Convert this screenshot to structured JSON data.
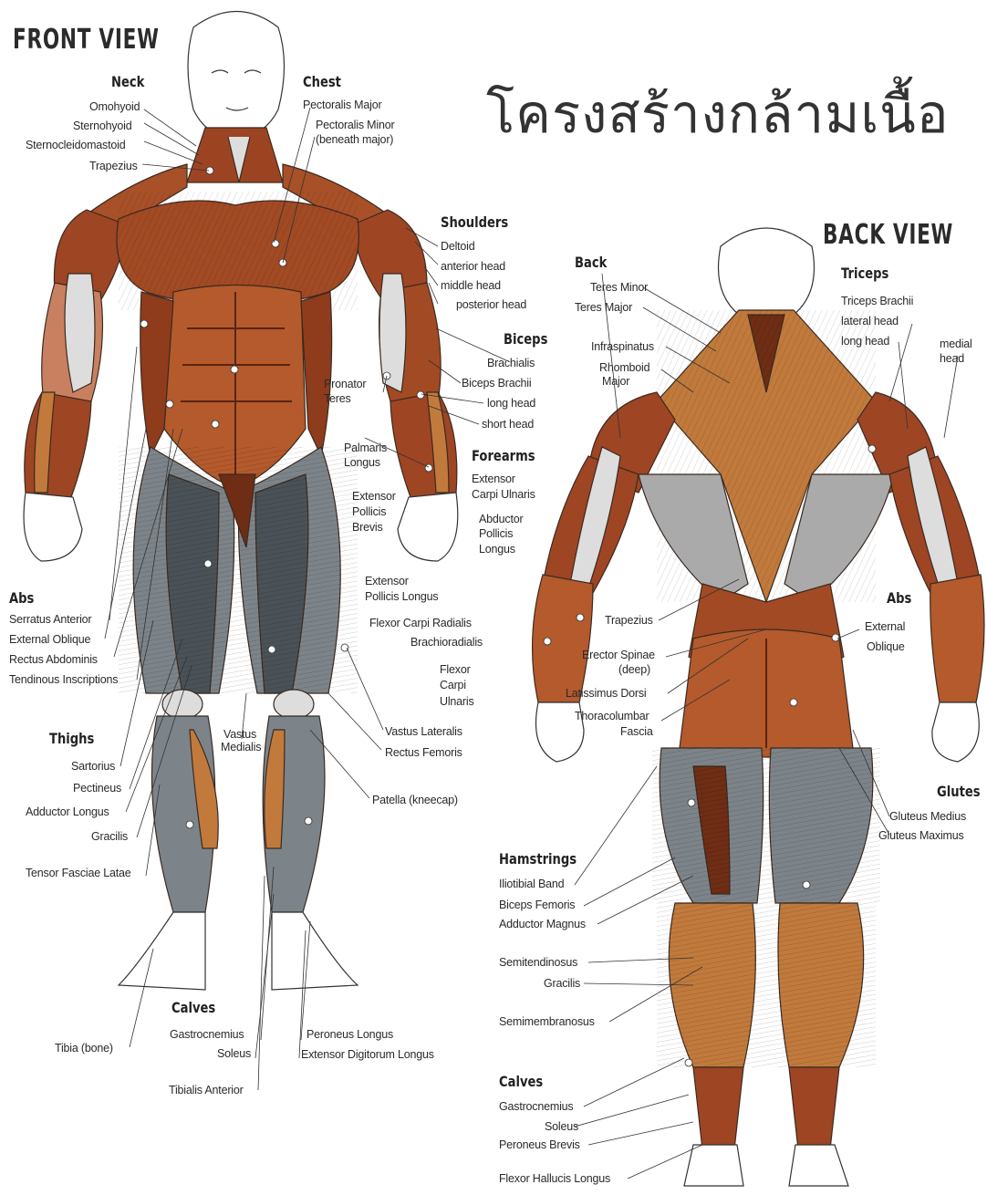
{
  "titles": {
    "front": "FRONT VIEW",
    "back": "BACK VIEW",
    "thai": "โครงสร้างกล้ามเนื้อ"
  },
  "front": {
    "neck": {
      "group": "Neck",
      "items": [
        "Omohyoid",
        "Sternohyoid",
        "Sternocleidomastoid",
        "Trapezius"
      ]
    },
    "chest": {
      "group": "Chest",
      "items": [
        "Pectoralis Major",
        "Pectoralis Minor",
        "(beneath major)"
      ]
    },
    "shoulders": {
      "group": "Shoulders",
      "items": [
        "Deltoid",
        "anterior head",
        "middle head",
        "posterior head"
      ]
    },
    "biceps": {
      "group": "Biceps",
      "items": [
        "Brachialis",
        "Biceps Brachii",
        "long head",
        "short head"
      ]
    },
    "pronator": [
      "Pronator",
      "Teres"
    ],
    "palmaris": [
      "Palmaris",
      "Longus"
    ],
    "forearms": {
      "group": "Forearms",
      "items": [
        "Extensor",
        "Carpi Ulnaris"
      ]
    },
    "ext_pollicis_brevis": [
      "Extensor",
      "Pollicis",
      "Brevis"
    ],
    "abd_pollicis": [
      "Abductor",
      "Pollicis",
      "Longus"
    ],
    "ext_pollicis_longus": [
      "Extensor",
      "Pollicis Longus"
    ],
    "flexor_carpi_radialis": "Flexor Carpi Radialis",
    "brachioradialis": "Brachioradialis",
    "flexor_carpi_ulnaris": [
      "Flexor",
      "Carpi",
      "Ulnaris"
    ],
    "abs": {
      "group": "Abs",
      "items": [
        "Serratus Anterior",
        "External Oblique",
        "Rectus Abdominis",
        "Tendinous Inscriptions"
      ]
    },
    "thighs": {
      "group": "Thighs",
      "items": [
        "Sartorius",
        "Pectineus",
        "Adductor Longus",
        "Gracilis",
        "Tensor Fasciae Latae"
      ]
    },
    "vastus_medialis": [
      "Vastus",
      "Medialis"
    ],
    "vastus_lateralis": "Vastus Lateralis",
    "rectus_femoris": "Rectus Femoris",
    "patella": "Patella (kneecap)",
    "calves": {
      "group": "Calves",
      "items": [
        "Gastrocnemius",
        "Soleus"
      ]
    },
    "tibia": "Tibia (bone)",
    "tibialis": "Tibialis Anterior",
    "peroneus_longus": "Peroneus Longus",
    "ext_digitorum": "Extensor Digitorum Longus"
  },
  "back": {
    "back": {
      "group": "Back",
      "items": [
        "Teres Minor",
        "Teres Major",
        "Infraspinatus",
        "Rhomboid",
        "Major"
      ]
    },
    "triceps": {
      "group": "Triceps",
      "items": [
        "Triceps Brachii",
        "lateral head",
        "long head"
      ]
    },
    "medial_head": [
      "medial",
      "head"
    ],
    "trapezius": "Trapezius",
    "erector": [
      "Erector Spinae",
      "(deep)"
    ],
    "latissimus": "Latissimus Dorsi",
    "thoracolumbar": [
      "Thoracolumbar",
      "Fascia"
    ],
    "abs": {
      "group": "Abs",
      "items": [
        "External",
        "Oblique"
      ]
    },
    "glutes": {
      "group": "Glutes",
      "items": [
        "Gluteus Medius",
        "Gluteus Maximus"
      ]
    },
    "hamstrings": {
      "group": "Hamstrings",
      "items": [
        "Iliotibial Band",
        "Biceps Femoris",
        "Adductor Magnus",
        "Semitendinosus",
        "Gracilis",
        "Semimembranosus"
      ]
    },
    "calves": {
      "group": "Calves",
      "items": [
        "Gastrocnemius",
        "Soleus",
        "Peroneus Brevis",
        "Flexor Hallucis Longus"
      ]
    }
  },
  "colors": {
    "muscle_red": "#a24a24",
    "muscle_orange": "#c17a3c",
    "muscle_dark": "#6e2d14",
    "muscle_grey": "#7d8489",
    "muscle_grey_dark": "#4a5257",
    "tendon_white": "#dcdcdc",
    "skin_line": "#333333"
  }
}
